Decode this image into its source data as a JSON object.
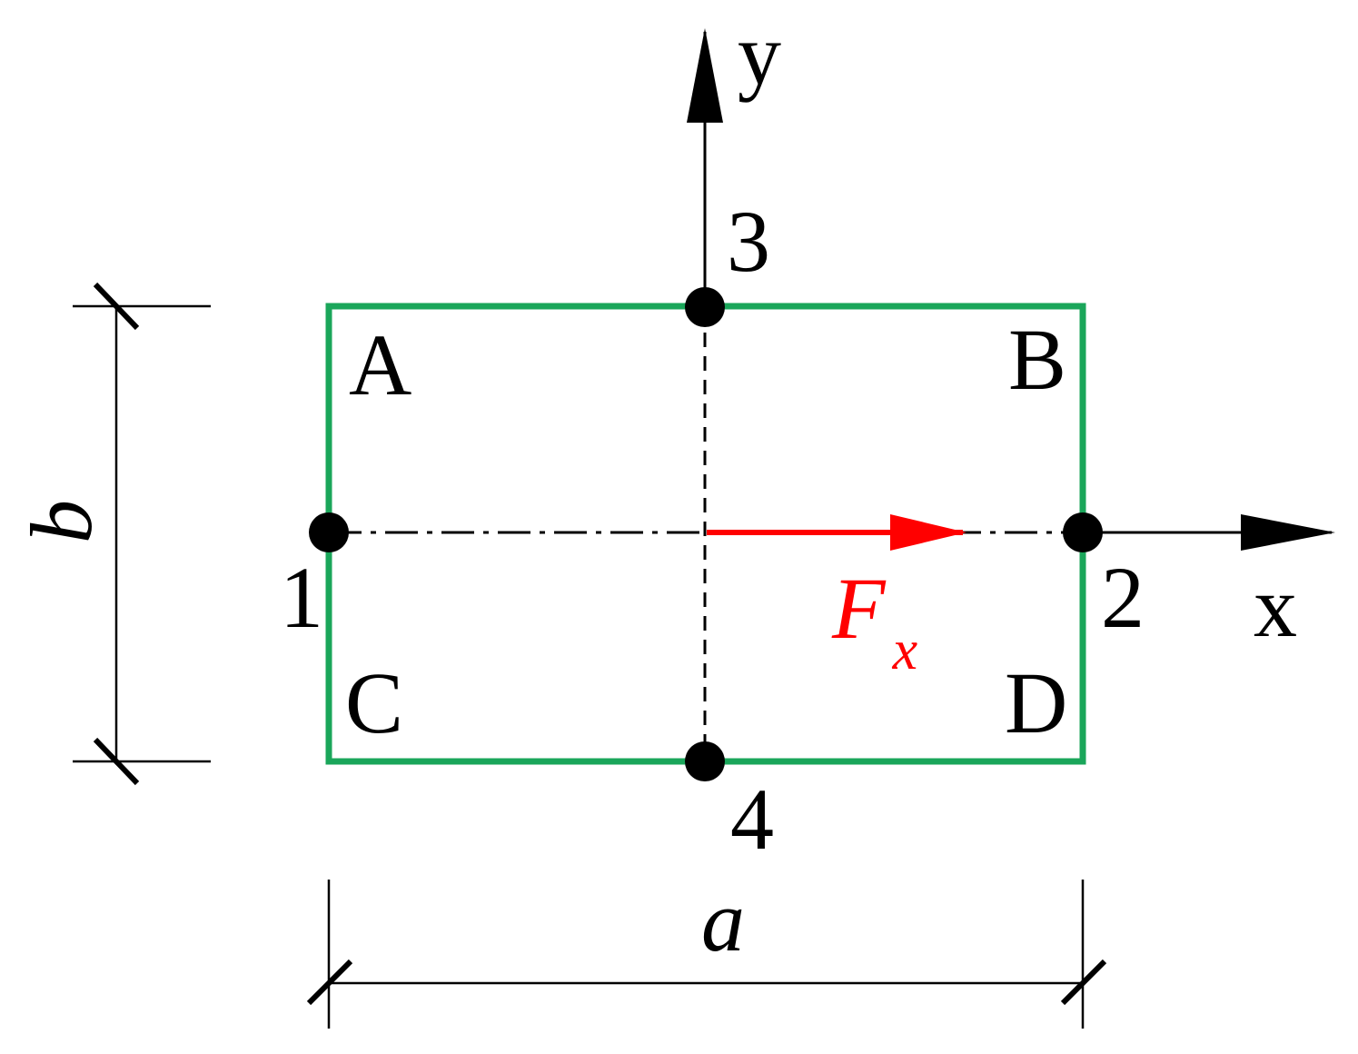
{
  "axes": {
    "x_label": "x",
    "y_label": "y"
  },
  "corners": {
    "A": "A",
    "B": "B",
    "C": "C",
    "D": "D"
  },
  "nodes": {
    "n1": "1",
    "n2": "2",
    "n3": "3",
    "n4": "4"
  },
  "dimensions": {
    "width": "a",
    "height": "b"
  },
  "force": {
    "symbol": "F",
    "subscript": "x"
  },
  "colors": {
    "outline": "#1aa65a",
    "force": "#ff0000",
    "ink": "#000000"
  }
}
